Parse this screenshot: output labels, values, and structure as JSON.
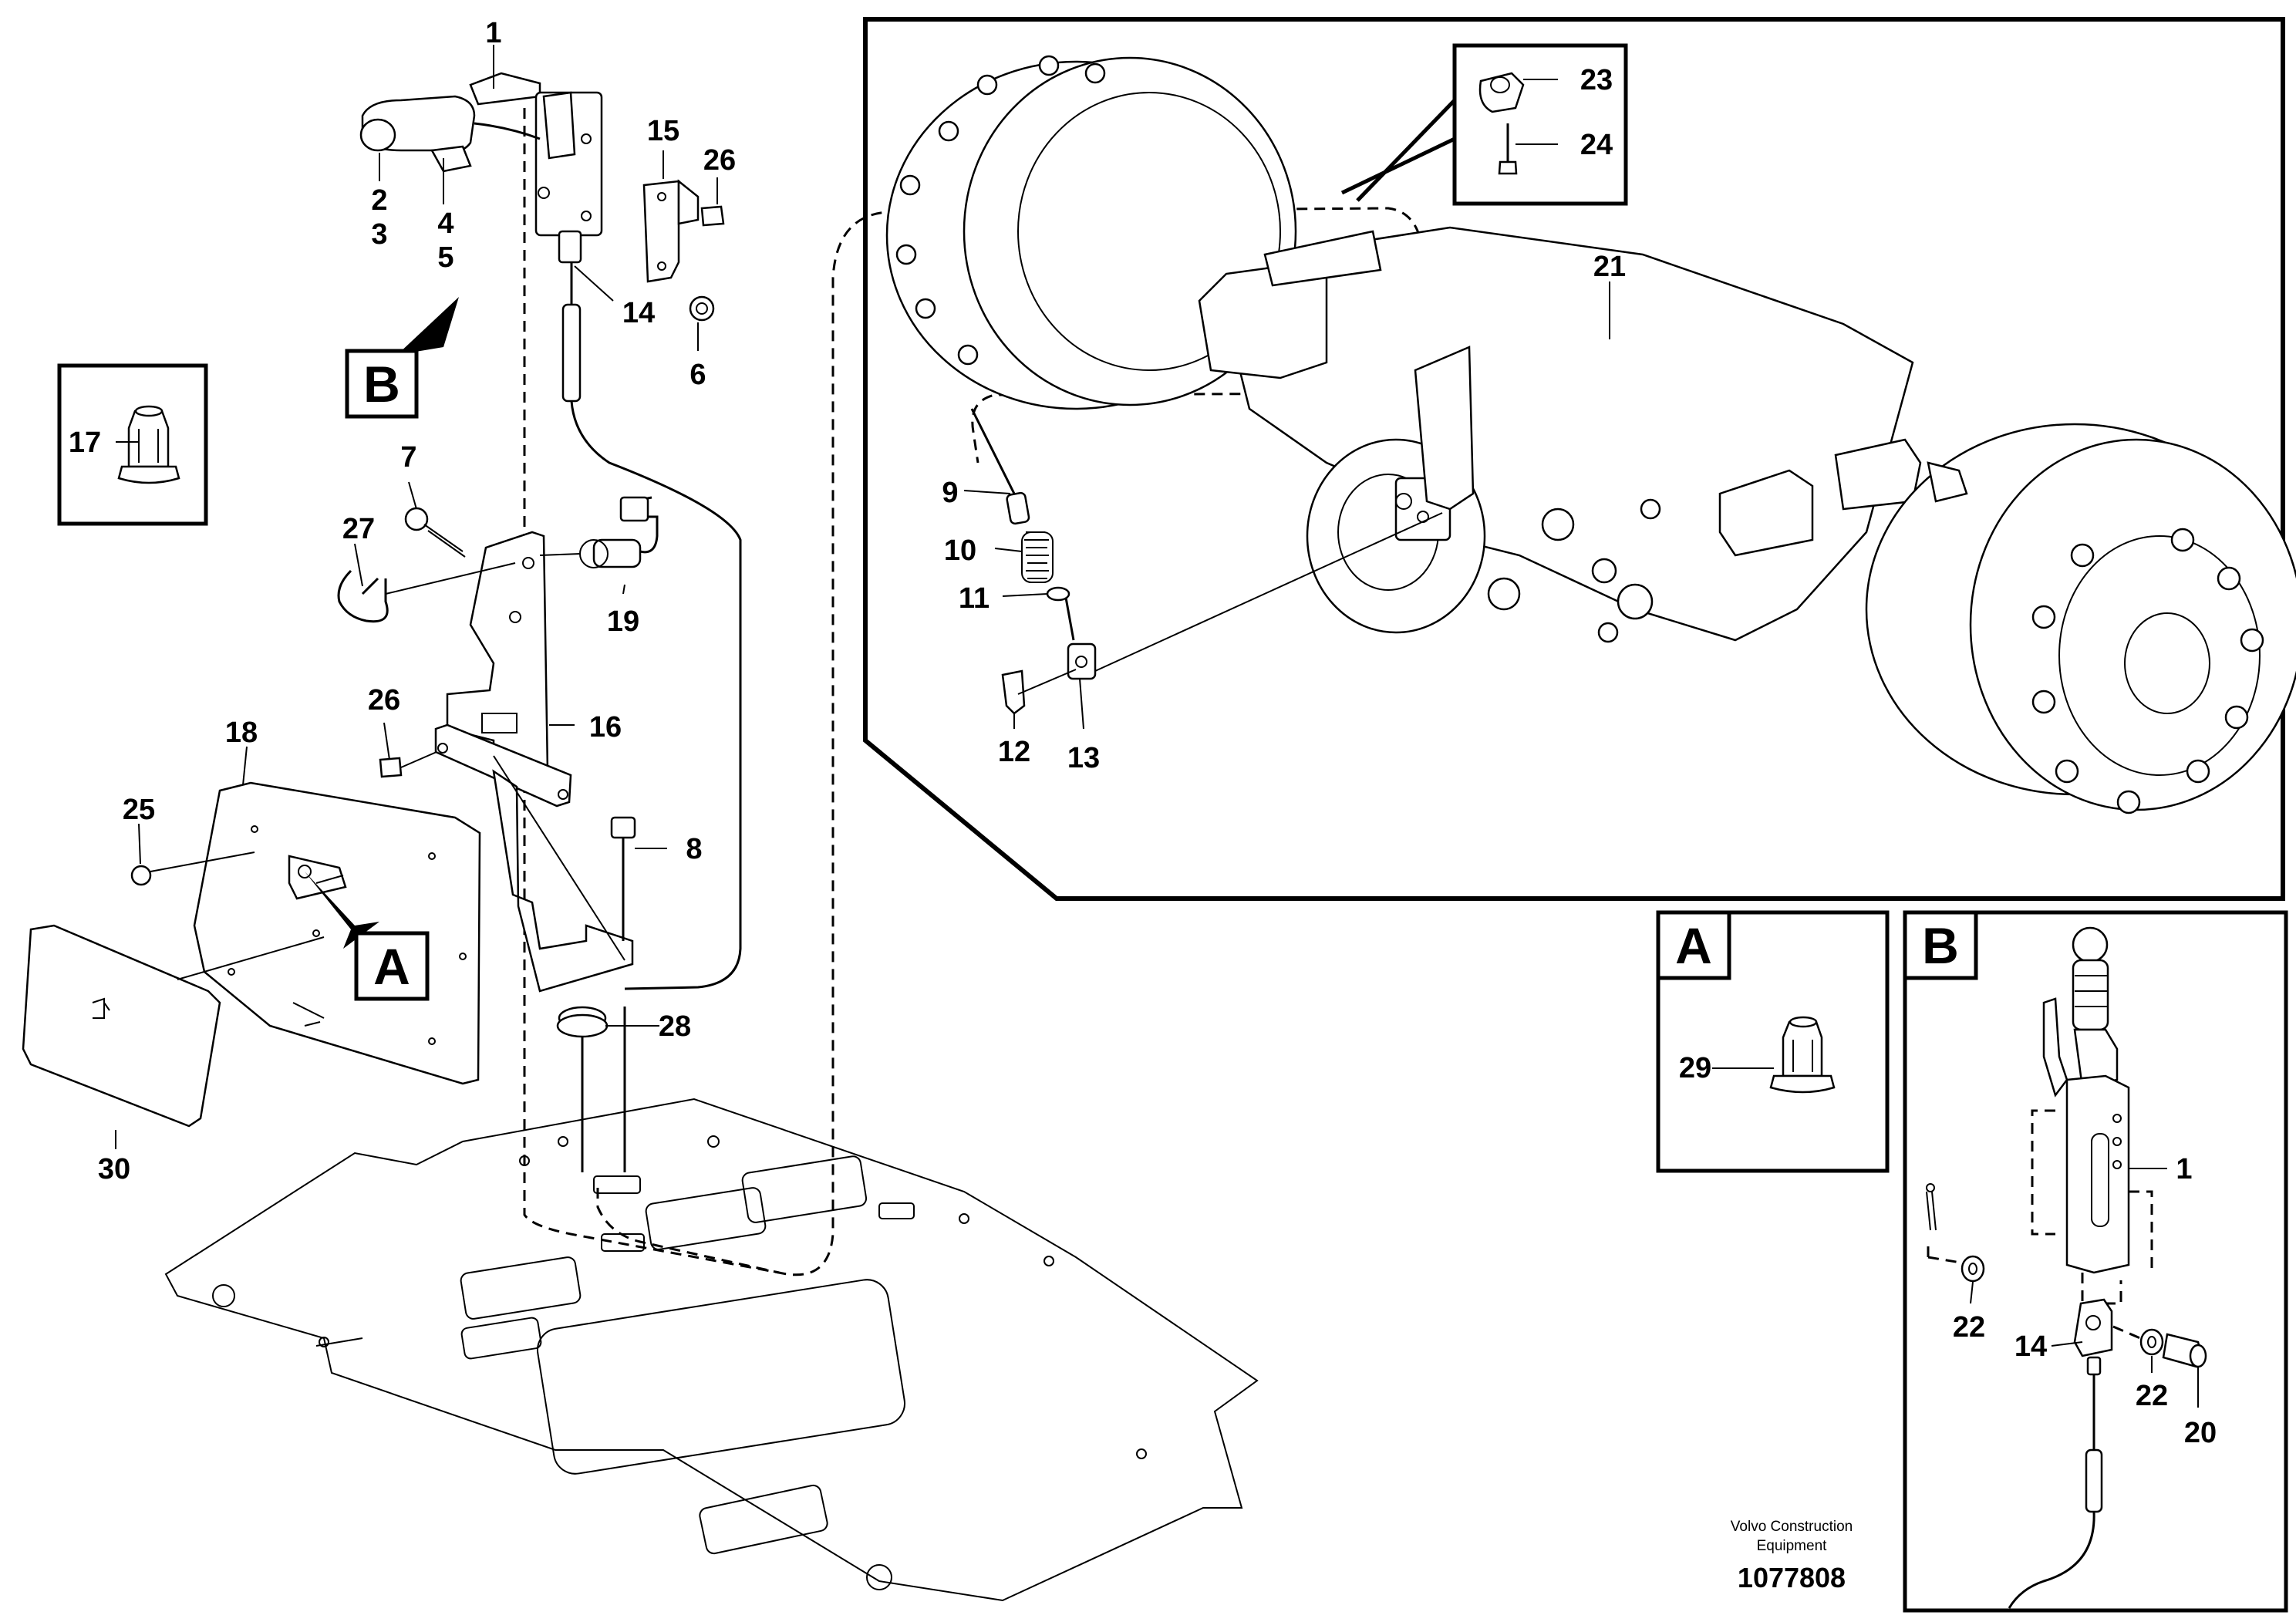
{
  "callouts": [
    "1",
    "2",
    "3",
    "4",
    "5",
    "6",
    "7",
    "8",
    "9",
    "10",
    "11",
    "12",
    "13",
    "14",
    "15",
    "16",
    "17",
    "18",
    "19",
    "20",
    "21",
    "22",
    "23",
    "24",
    "25",
    "26",
    "27",
    "28",
    "29",
    "30"
  ],
  "detail_views": {
    "a": "A",
    "b": "B"
  },
  "footer": {
    "publisher_line1": "Volvo Construction",
    "publisher_line2": "Equipment",
    "document_number": "1077808"
  }
}
